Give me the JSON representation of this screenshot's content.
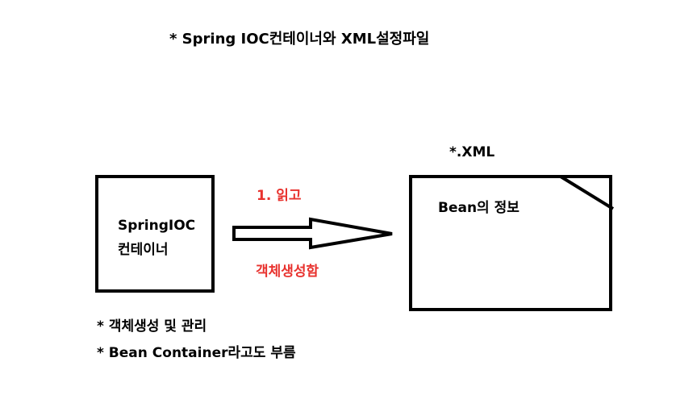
{
  "title": "* Spring IOC컨테이너와 XML설정파일",
  "container_box": {
    "line1": "SpringIOC",
    "line2": "컨테이너"
  },
  "xml_label": "*.XML",
  "xml_box": {
    "text": "Bean의 정보"
  },
  "arrow": {
    "label_top": "1. 읽고",
    "label_bottom": "객체생성함"
  },
  "notes": [
    "* 객체생성 및 관리",
    "* Bean Container라고도 부름"
  ],
  "colors": {
    "annotation": "#e8322e",
    "ink": "#000000"
  }
}
